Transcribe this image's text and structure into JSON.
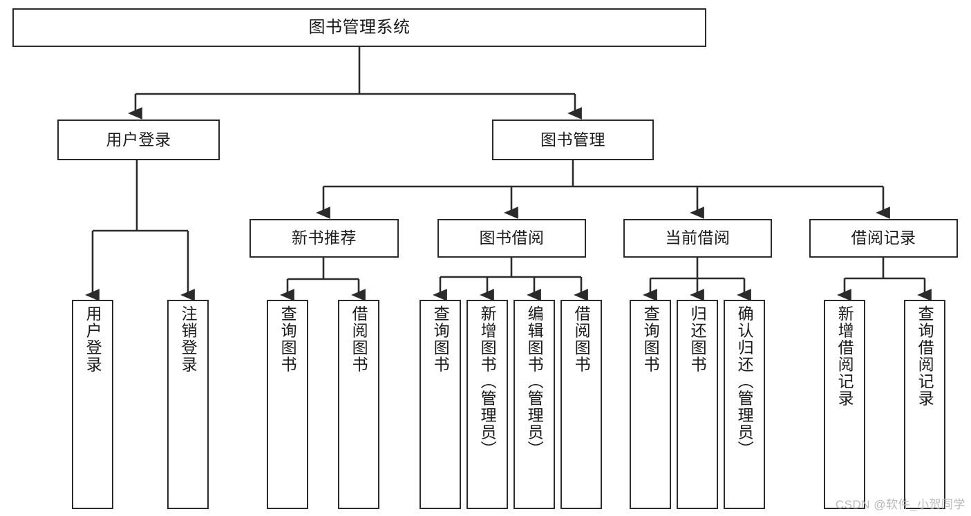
{
  "diagram": {
    "title": "图书管理系统",
    "type": "functional-structure-tree",
    "orientation": "top-down",
    "line_color": "#2b2b2b",
    "box_fill": "#ffffff",
    "text_color": "#1a1a1a",
    "watermark": "CSDN @软件_小贺同学",
    "levels": {
      "root": {
        "label": "图书管理系统"
      },
      "level2": [
        {
          "id": "user-login",
          "label": "用户登录"
        },
        {
          "id": "book-manage",
          "label": "图书管理"
        }
      ],
      "level3": [
        {
          "id": "new-book-rec",
          "label": "新书推荐",
          "parent": "book-manage"
        },
        {
          "id": "book-borrow",
          "label": "图书借阅",
          "parent": "book-manage"
        },
        {
          "id": "current-borrow",
          "label": "当前借阅",
          "parent": "book-manage"
        },
        {
          "id": "borrow-record",
          "label": "借阅记录",
          "parent": "book-manage"
        }
      ],
      "leaves": [
        {
          "id": "leaf-user-login",
          "label": "用户登录",
          "parent": "user-login"
        },
        {
          "id": "leaf-logout",
          "label": "注销登录",
          "parent": "user-login"
        },
        {
          "id": "leaf-query-book-1",
          "label": "查询图书",
          "parent": "new-book-rec"
        },
        {
          "id": "leaf-borrow-book-1",
          "label": "借阅图书",
          "parent": "new-book-rec"
        },
        {
          "id": "leaf-query-book-2",
          "label": "查询图书",
          "parent": "book-borrow"
        },
        {
          "id": "leaf-add-book",
          "label": "新增图书（管理员）",
          "parent": "book-borrow"
        },
        {
          "id": "leaf-edit-book",
          "label": "编辑图书（管理员）",
          "parent": "book-borrow"
        },
        {
          "id": "leaf-borrow-book-2",
          "label": "借阅图书",
          "parent": "book-borrow"
        },
        {
          "id": "leaf-query-book-3",
          "label": "查询图书",
          "parent": "current-borrow"
        },
        {
          "id": "leaf-return-book",
          "label": "归还图书",
          "parent": "current-borrow"
        },
        {
          "id": "leaf-confirm-return",
          "label": "确认归还（管理员）",
          "parent": "current-borrow"
        },
        {
          "id": "leaf-add-record",
          "label": "新增借阅记录",
          "parent": "borrow-record"
        },
        {
          "id": "leaf-query-record",
          "label": "查询借阅记录",
          "parent": "borrow-record"
        }
      ]
    }
  }
}
